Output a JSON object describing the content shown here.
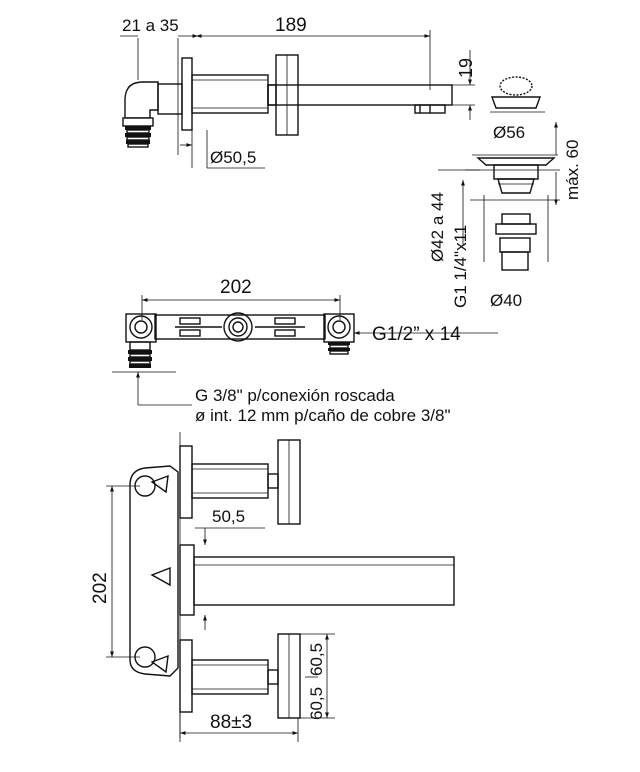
{
  "top_view": {
    "dim_wall_offset": "21 a 35",
    "dim_spout_length": "189",
    "dim_spout_height": "19",
    "dim_flange_diameter": "Ø50,5"
  },
  "drain": {
    "dim_cap_diameter": "Ø56",
    "dim_max_height": "máx. 60",
    "dim_range": "Ø42 a 44",
    "dim_thread": "G1 1/4\"x11",
    "dim_body_diameter": "Ø40"
  },
  "valve_body": {
    "dim_centers": "202",
    "dim_inlet_thread": "G1/2” x 14",
    "note_line1": "G 3/8\" p/conexión roscada",
    "note_line2": "ø int. 12 mm p/caño de cobre 3/8\""
  },
  "front_view": {
    "dim_flange": "50,5",
    "dim_centers_vertical": "202",
    "dim_handle_height": "60,5",
    "dim_projection": "88±3"
  }
}
